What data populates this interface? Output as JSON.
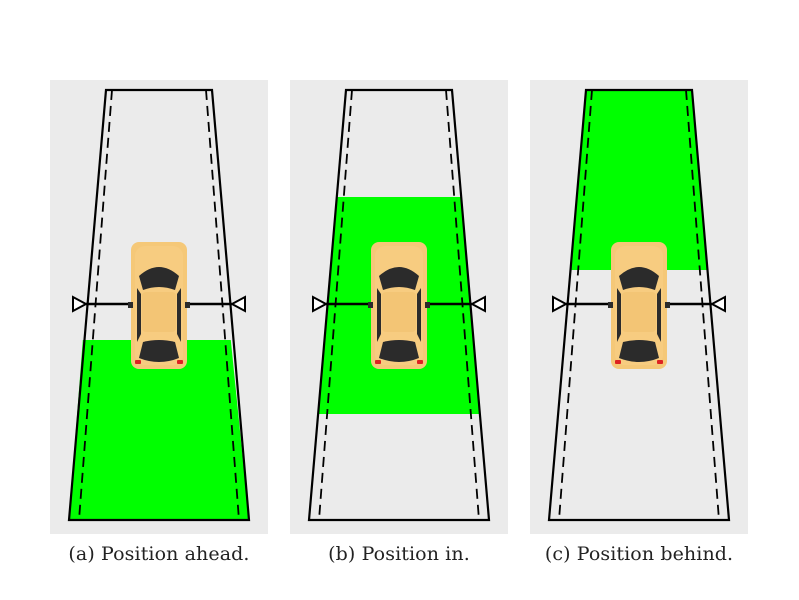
{
  "colors": {
    "background": "#ebebeb",
    "highlight": "#00ff00",
    "road_line": "#000000",
    "car_body": "#f5c878",
    "car_glass": "#2b2b2b"
  },
  "icons": {
    "vehicle": "car-top-view-icon",
    "marker": "triangle-marker-icon"
  },
  "panels": [
    {
      "caption": "(a) Position ahead.",
      "highlight_region": "ahead"
    },
    {
      "caption": "(b) Position in.",
      "highlight_region": "in"
    },
    {
      "caption": "(c) Position behind.",
      "highlight_region": "behind"
    }
  ]
}
